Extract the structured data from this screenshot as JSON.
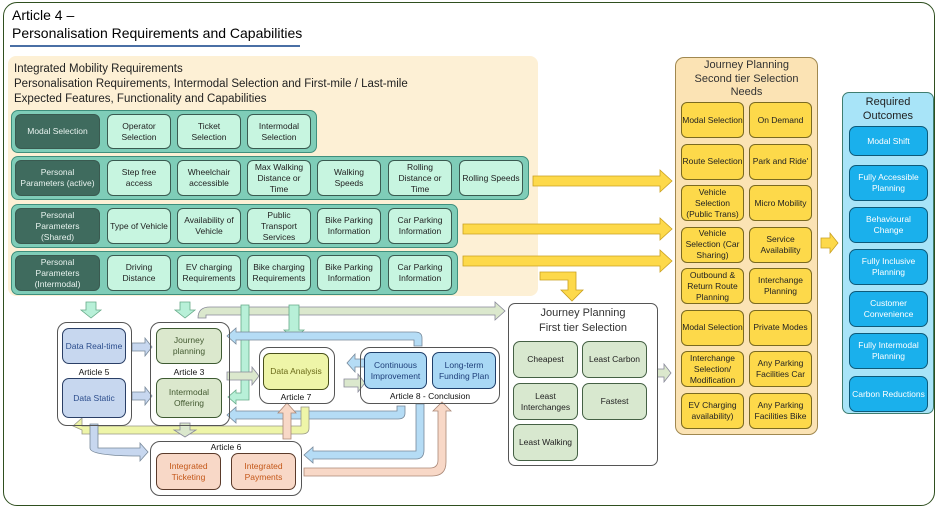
{
  "title": {
    "line1": "Article 4 –",
    "line2": "Personalisation Requirements and Capabilities"
  },
  "requirements": {
    "heading_lines": [
      "Integrated Mobility Requirements",
      "Personalisation Requirements, Intermodal Selection and First-mile / Last-mile",
      "Expected Features, Functionality and Capabilities"
    ],
    "rows": [
      {
        "label": "Modal Selection",
        "items": [
          "Operator Selection",
          "Ticket Selection",
          "Intermodal Selection"
        ]
      },
      {
        "label": "Personal Parameters (active)",
        "items": [
          "Step free access",
          "Wheelchair accessible",
          "Max Walking Distance or Time",
          "Walking Speeds",
          "Rolling Distance or Time",
          "Rolling Speeds"
        ]
      },
      {
        "label": "Personal Parameters (Shared)",
        "items": [
          "Type of Vehicle",
          "Availability of Vehicle",
          "Public Transport Services",
          "Bike Parking Information",
          "Car Parking Information"
        ]
      },
      {
        "label": "Personal Parameters (Intermodal)",
        "items": [
          "Driving Distance",
          "EV charging Requirements",
          "Bike charging Requirements",
          "Bike Parking Information",
          "Car Parking Information"
        ]
      }
    ]
  },
  "second_tier": {
    "title_lines": [
      "Journey Planning",
      "Second tier Selection",
      "Needs"
    ],
    "items": [
      "Modal Selection",
      "On Demand",
      "Route Selection",
      "Park and Ride'",
      "Vehicle Selection (Public Trans)",
      "Micro Mobility",
      "Vehicle Selection (Car Sharing)",
      "Service Availability",
      "Outbound & Return Route Planning",
      "Interchange Planning",
      "Modal Selection",
      "Private Modes",
      "Interchange Selection/ Modification",
      "Any Parking Facilities Car",
      "EV Charging availability)",
      "Any Parking Facilities Bike"
    ]
  },
  "outcomes": {
    "title_lines": [
      "Required",
      "Outcomes"
    ],
    "items": [
      "Modal Shift",
      "Fully Accessible Planning",
      "Behavioural Change",
      "Fully Inclusive Planning",
      "Customer Convenience",
      "Fully Intermodal Planning",
      "Carbon Reductions"
    ]
  },
  "first_tier": {
    "title_lines": [
      "Journey Planning",
      "First tier Selection"
    ],
    "items": [
      "Cheapest",
      "Least Carbon",
      "Least Interchanges",
      "Fastest",
      "Least Walking"
    ]
  },
  "articles": {
    "article5": {
      "label": "Article 5",
      "items": [
        "Data Real-time",
        "Data Static"
      ]
    },
    "article3": {
      "label": "Article 3",
      "items": [
        "Journey planning",
        "Intermodal Offering"
      ]
    },
    "article7": {
      "label": "Article 7",
      "items": [
        "Data Analysis"
      ]
    },
    "article8": {
      "label": "Article 8 - Conclusion",
      "items": [
        "Continuous Improvement",
        "Long-term Funding Plan"
      ]
    },
    "article6": {
      "label": "Article 6",
      "items": [
        "Integrated Ticketing",
        "Integrated Payments"
      ]
    }
  },
  "colors": {
    "requirements_bg": "#fdf0d5",
    "teal_row": "#7fcdb8",
    "mint_cell": "#c7f5e0",
    "dark_teal": "#3f6b5e",
    "yellow": "#fdd94a",
    "sky_blue": "#1ab0ec",
    "arrow_yellow": "#fdd94a"
  }
}
